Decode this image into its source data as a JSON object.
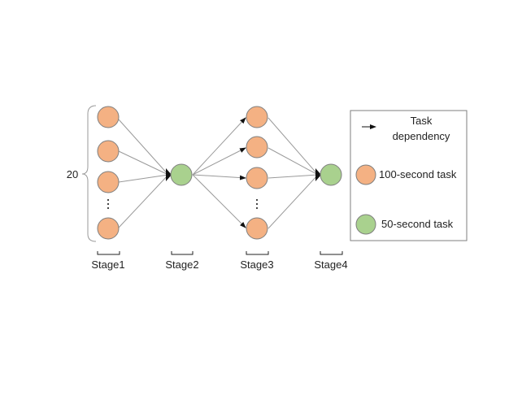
{
  "group_count_label": "20",
  "stages": [
    "Stage1",
    "Stage2",
    "Stage3",
    "Stage4"
  ],
  "legend": {
    "dependency_label_line1": "Task",
    "dependency_label_line2": "dependency",
    "long_task_label": "100-second task",
    "short_task_label": "50-second task"
  },
  "colors": {
    "long_task_fill": "#F4B183",
    "short_task_fill": "#A9D18E",
    "node_stroke": "#7F7F7F",
    "edge": "#9A9A9A",
    "arrow_head": "#111111"
  }
}
